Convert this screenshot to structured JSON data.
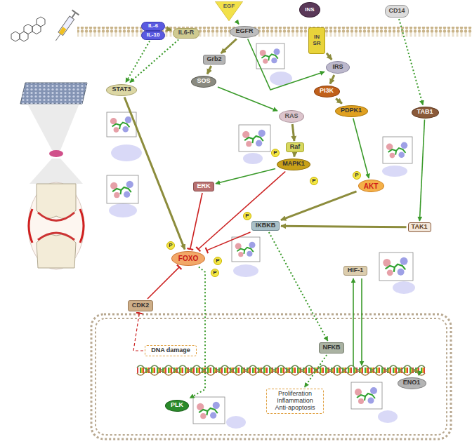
{
  "diagram": {
    "nodes": [
      {
        "text": [
          "IL-6"
        ]
      },
      {
        "text": [
          "IL-10"
        ]
      },
      {
        "text": [
          "EGF"
        ]
      },
      {
        "text": [
          "INS"
        ]
      },
      {
        "text": [
          "IN SR"
        ]
      },
      {
        "text": [
          "CD14"
        ]
      },
      {
        "text": [
          "IL6-R"
        ]
      },
      {
        "text": [
          "EGFR"
        ]
      },
      {
        "text": [
          "Grb2"
        ]
      },
      {
        "text": [
          "SOS"
        ]
      },
      {
        "text": [
          "IRS"
        ]
      },
      {
        "text": [
          "STAT3"
        ]
      },
      {
        "text": [
          "PI3K"
        ]
      },
      {
        "text": [
          "RAS"
        ]
      },
      {
        "text": [
          "PDPK1"
        ]
      },
      {
        "text": [
          "TAB1"
        ]
      },
      {
        "text": [
          "Raf"
        ]
      },
      {
        "text": [
          "MAPK1"
        ]
      },
      {
        "text": [
          "ERK"
        ]
      },
      {
        "text": [
          "AKT"
        ]
      },
      {
        "text": [
          "IKBKB"
        ]
      },
      {
        "text": [
          "TAK1"
        ]
      },
      {
        "text": [
          "FOXO"
        ]
      },
      {
        "text": [
          "CDK2"
        ]
      },
      {
        "text": [
          "HIF-1"
        ]
      },
      {
        "text": [
          "DNA damage"
        ]
      },
      {
        "text": [
          "NFKB"
        ]
      },
      {
        "text": [
          "PLK"
        ]
      },
      {
        "text": [
          "Proliferation Inflammation Anti-apoptosis"
        ]
      },
      {
        "text": [
          "ENO1"
        ]
      }
    ],
    "edges": [
      {
        "from": 0,
        "to": 6,
        "arrow": "to"
      },
      {
        "from": 1,
        "to": 11,
        "arrow": "to"
      },
      {
        "from": 6,
        "to": 11,
        "arrow": "to"
      },
      {
        "from": 2,
        "to": 7,
        "arrow": "to"
      },
      {
        "from": 7,
        "to": 8,
        "arrow": "to"
      },
      {
        "from": 8,
        "to": 9,
        "arrow": "to"
      },
      {
        "from": 9,
        "to": 13,
        "arrow": "to"
      },
      {
        "from": 7,
        "to": 10,
        "arrow": "to"
      },
      {
        "from": 4,
        "to": 10,
        "arrow": "to"
      },
      {
        "from": 10,
        "to": 12,
        "arrow": "to"
      },
      {
        "from": 12,
        "to": 14,
        "arrow": "to"
      },
      {
        "from": 14,
        "to": 19,
        "arrow": "to"
      },
      {
        "from": 13,
        "to": 16,
        "arrow": "to"
      },
      {
        "from": 16,
        "to": 17,
        "arrow": "to"
      },
      {
        "from": 17,
        "to": 18,
        "arrow": "to"
      },
      {
        "from": 17,
        "to": 22,
        "arrow": "to"
      },
      {
        "from": 18,
        "to": 22,
        "arrow": "to"
      },
      {
        "from": 19,
        "to": 20,
        "arrow": "to"
      },
      {
        "from": 5,
        "to": 15,
        "arrow": "to"
      },
      {
        "from": 15,
        "to": 21,
        "arrow": "to"
      },
      {
        "from": 21,
        "to": 20,
        "arrow": "to"
      },
      {
        "from": 20,
        "to": 22,
        "arrow": "to"
      },
      {
        "from": 11,
        "to": 22,
        "arrow": "to"
      },
      {
        "from": 23,
        "to": 22,
        "arrow": "to"
      },
      {
        "from": 25,
        "to": 23,
        "arrow": "to"
      },
      {
        "from": 22,
        "to": 27,
        "arrow": "to"
      },
      {
        "from": 20,
        "to": 26,
        "arrow": "to"
      },
      {
        "from": 26,
        "to": 28,
        "arrow": "to"
      }
    ],
    "labels": [
      "P",
      "P",
      "P",
      "P",
      "P",
      "P",
      "P"
    ]
  }
}
